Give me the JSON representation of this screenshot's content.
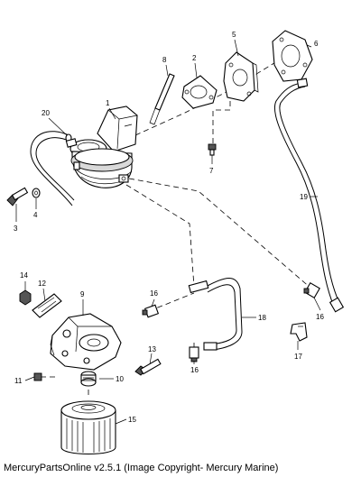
{
  "caption": "MercuryPartsOnline v2.5.1 (Image Copyright- Mercury Marine)",
  "labels": {
    "p1": "1",
    "p2": "2",
    "p3": "3",
    "p4": "4",
    "p5": "5",
    "p6": "6",
    "p7": "7",
    "p8": "8",
    "p9": "9",
    "p10": "10",
    "p11": "11",
    "p12": "12",
    "p13": "13",
    "p14": "14",
    "p15": "15",
    "p16a": "16",
    "p16b": "16",
    "p16c": "16",
    "p17": "17",
    "p18": "18",
    "p19": "19",
    "p20": "20"
  }
}
